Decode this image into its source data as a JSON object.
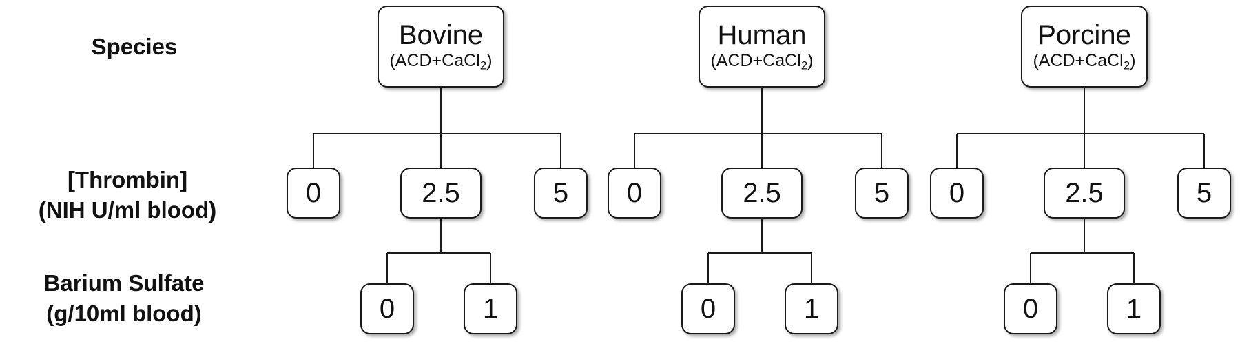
{
  "row_labels": {
    "species": "Species",
    "thrombin": [
      "[Thrombin]",
      "(NIH U/ml blood)"
    ],
    "barium": [
      "Barium Sulfate",
      "(g/10ml blood)"
    ]
  },
  "groups": [
    {
      "species": "Bovine",
      "anticoagulant": {
        "main": "(ACD+CaCl",
        "sub": "2",
        "close": ")"
      },
      "thrombin": [
        "0",
        "2.5",
        "5"
      ],
      "barium": [
        "0",
        "1"
      ]
    },
    {
      "species": "Human",
      "anticoagulant": {
        "main": "(ACD+CaCl",
        "sub": "2",
        "close": ")"
      },
      "thrombin": [
        "0",
        "2.5",
        "5"
      ],
      "barium": [
        "0",
        "1"
      ]
    },
    {
      "species": "Porcine",
      "anticoagulant": {
        "main": "(ACD+CaCl",
        "sub": "2",
        "close": ")"
      },
      "thrombin": [
        "0",
        "2.5",
        "5"
      ],
      "barium": [
        "0",
        "1"
      ]
    }
  ]
}
